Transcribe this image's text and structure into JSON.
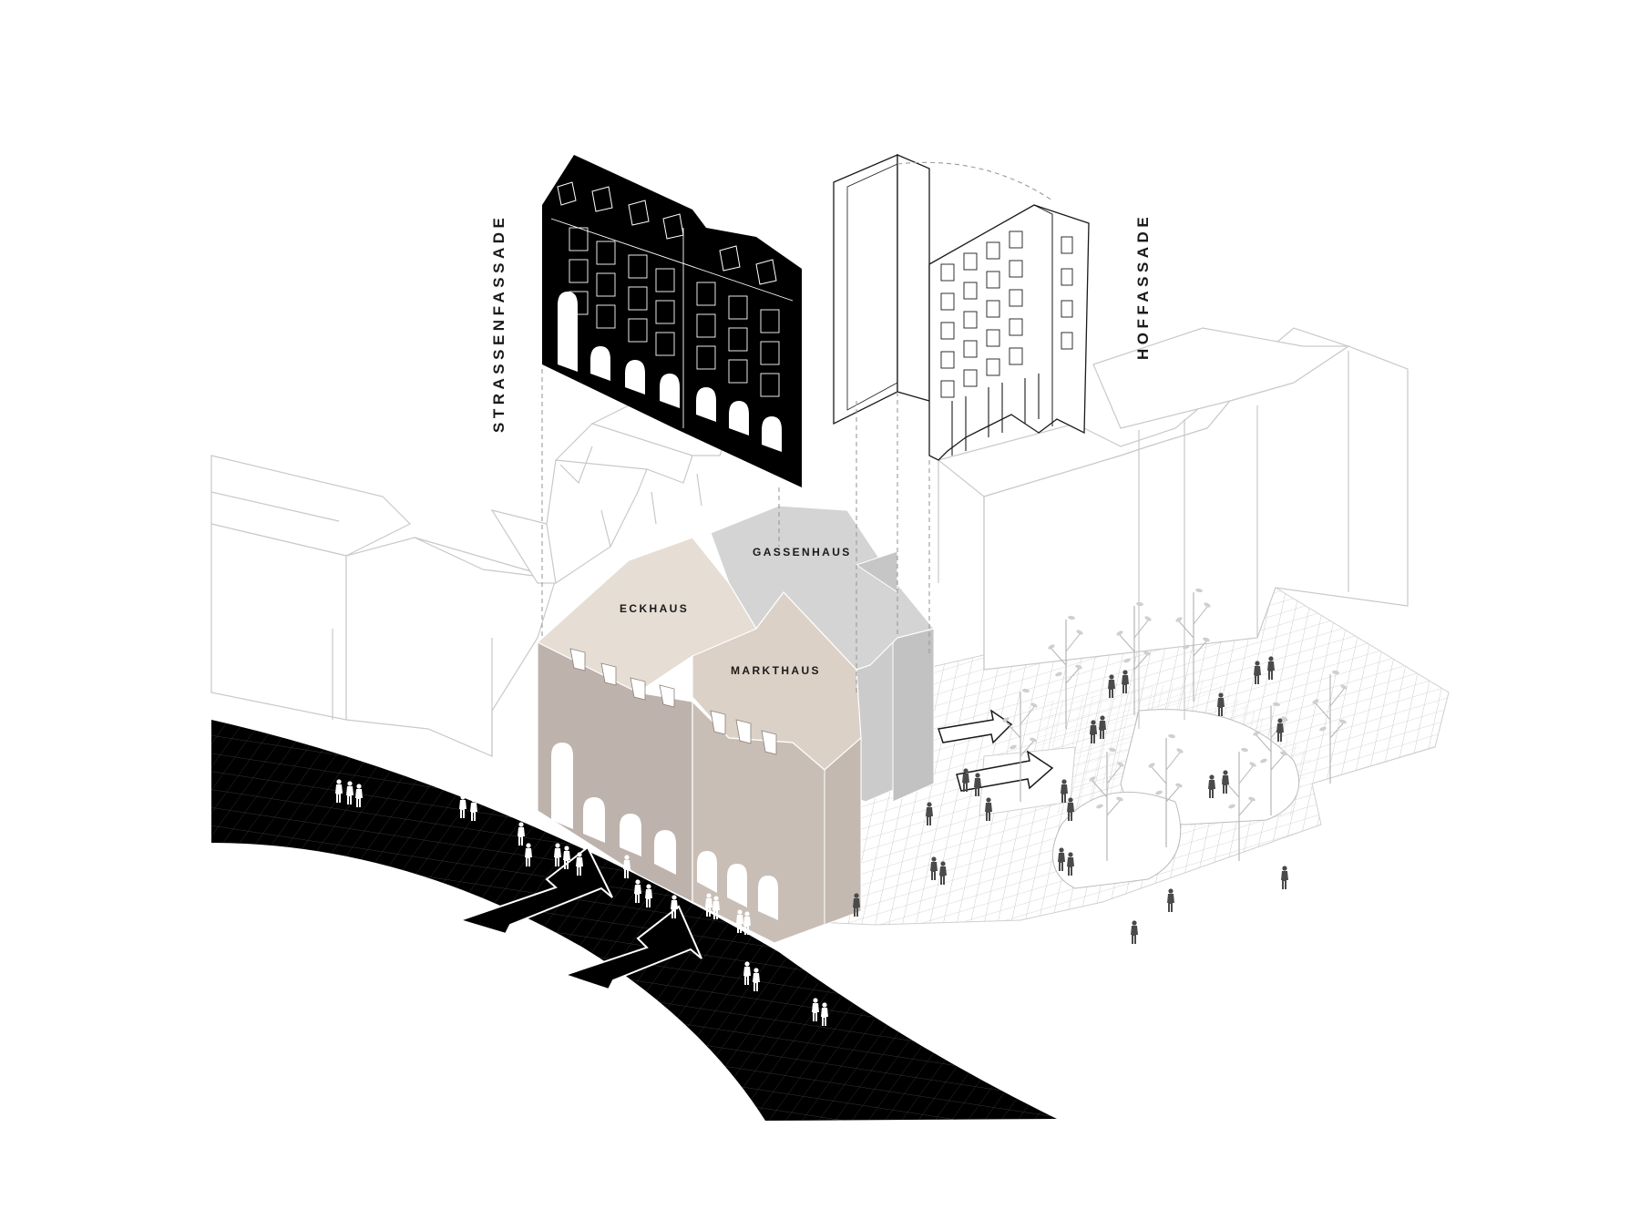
{
  "labels": {
    "strassenfassade": "STRASSENFASSADE",
    "hoffassade": "HOFFASSADE",
    "gassenhaus": "GASSENHAUS",
    "eckhaus": "ECKHAUS",
    "markthaus": "MARKTHAUS"
  },
  "colors": {
    "eckhaus_roof": "#e6ddd4",
    "markthaus_roof": "#dcd1c7",
    "eckhaus_wall": "#bdb3ac",
    "markthaus_wall": "#c9beb5",
    "gassenhaus_roof": "#d4d4d4",
    "gassenhaus_wall": "#bfbfbf",
    "street": "#000000",
    "context_line": "#c9c9c9"
  },
  "icons": {
    "arrow_street": "arrow-left-down-icon",
    "arrow_courtyard": "arrow-right-up-icon",
    "pedestrian": "pedestrian-icon",
    "tree": "tree-icon"
  }
}
